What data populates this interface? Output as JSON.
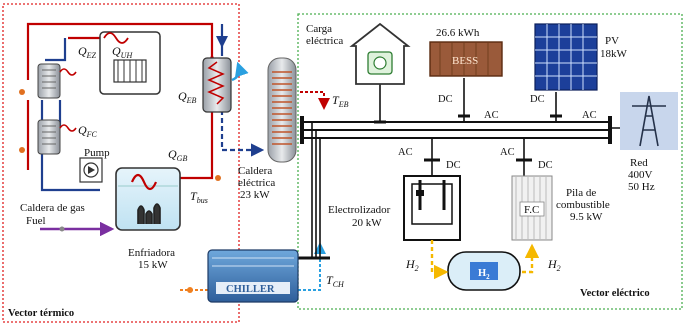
{
  "sections": {
    "thermal": "Vector térmico",
    "electric": "Vector eléctrico"
  },
  "components": {
    "electric_load": [
      "Carga",
      "eléctrica"
    ],
    "bess_capacity": "26.6 kWh",
    "bess_label": "BESS",
    "pv_name": "PV",
    "pv_power": "18kW",
    "grid": [
      "Red",
      "400V",
      "50 Hz"
    ],
    "electric_boiler": [
      "Caldera",
      "eléctrica",
      "23 kW"
    ],
    "electrolyzer": [
      "Electrolizador",
      "20 kW"
    ],
    "fuel_cell": [
      "Pila de",
      "combustible",
      "9.5 kW"
    ],
    "fuel_cell_label": "F.C",
    "gas_boiler": [
      "Caldera de gas",
      "Fuel"
    ],
    "pump": "Pump",
    "chiller": [
      "Enfriadora",
      "15 kW"
    ],
    "chiller_label": "CHILLER",
    "h2_tank": "H",
    "h2_tank_sub": "2"
  },
  "converters": {
    "ac": "AC",
    "dc": "DC"
  },
  "symbols": {
    "q_ez": {
      "main": "Q",
      "sub": "EZ"
    },
    "q_uh": {
      "main": "Q",
      "sub": "UH"
    },
    "q_fc": {
      "main": "Q",
      "sub": "FC"
    },
    "q_gb": {
      "main": "Q",
      "sub": "GB"
    },
    "q_eb": {
      "main": "Q",
      "sub": "EB"
    },
    "t_eb": {
      "main": "T",
      "sub": "EB"
    },
    "t_bus": {
      "main": "T",
      "sub": "bus"
    },
    "t_ch": {
      "main": "T",
      "sub": "CH"
    },
    "h2": {
      "main": "H",
      "sub": "2"
    }
  },
  "colors": {
    "thermal_border": "#e02020",
    "electric_border": "#4caf50",
    "hot_pipe": "#c00000",
    "cold_pipe": "#1f3f8f",
    "h2_flow": "#f5b800",
    "fuel_flow": "#7a2fa0",
    "bus": "#111111",
    "sensor": "#e07020"
  }
}
